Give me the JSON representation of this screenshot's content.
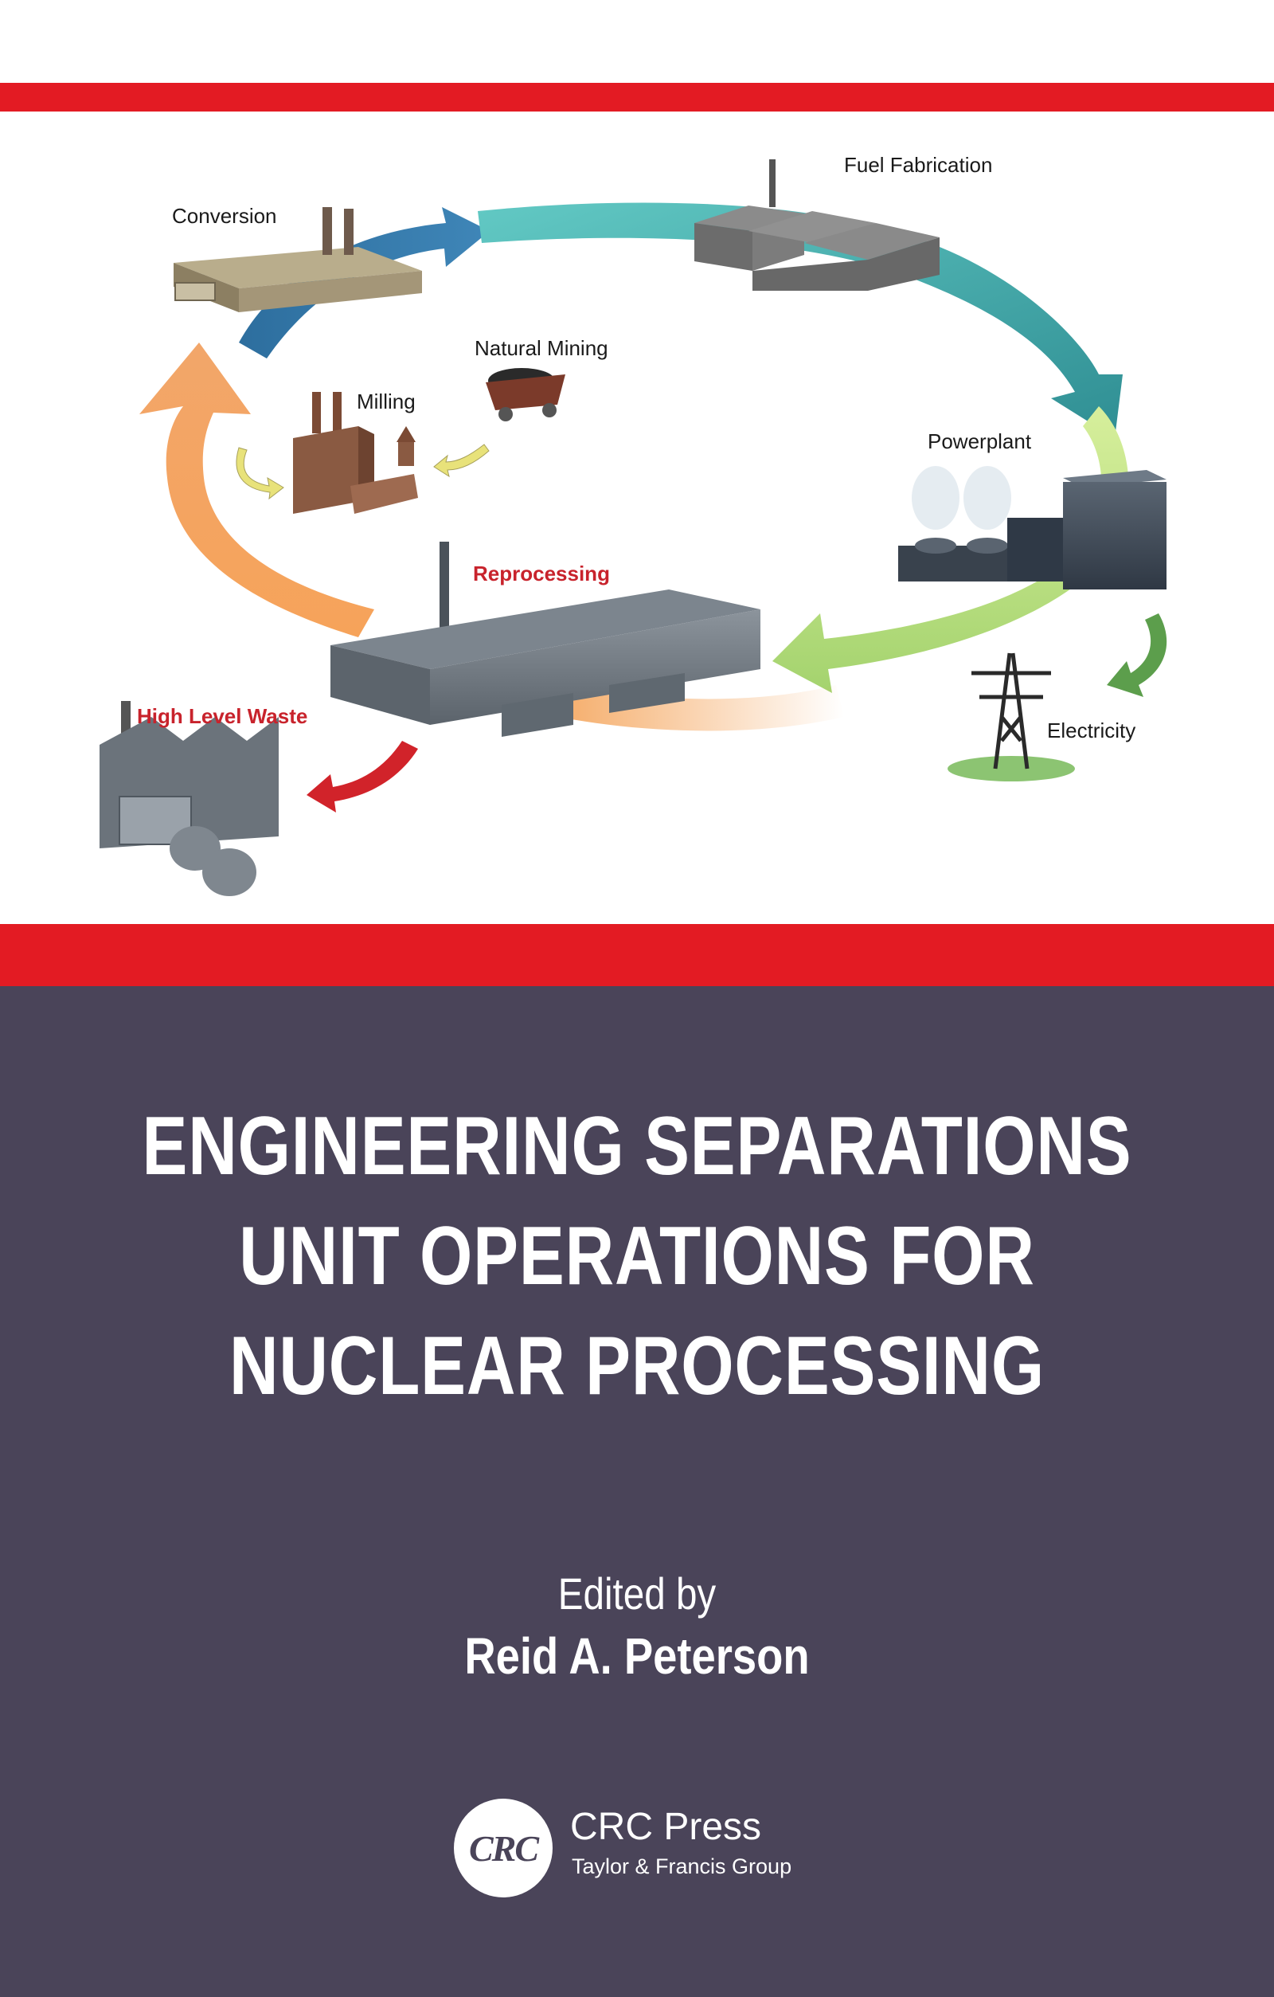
{
  "cover": {
    "diagram_labels": {
      "fuel_fabrication": "Fuel Fabrication",
      "conversion": "Conversion",
      "natural_mining": "Natural Mining",
      "milling": "Milling",
      "powerplant": "Powerplant",
      "reprocessing": "Reprocessing",
      "high_level_waste": "High Level Waste",
      "electricity": "Electricity"
    },
    "title_lines": [
      "ENGINEERING SEPARATIONS",
      "UNIT OPERATIONS FOR",
      "NUCLEAR PROCESSING"
    ],
    "edited_by": "Edited by",
    "editor": "Reid A. Peterson",
    "publisher": {
      "logo_text": "CRC",
      "name": "CRC Press",
      "group": "Taylor & Francis Group"
    }
  },
  "colors": {
    "accent_red": "#e31b23",
    "bottom_background": "#4a4459",
    "label_red": "#c8232c",
    "text_white": "#ffffff"
  }
}
